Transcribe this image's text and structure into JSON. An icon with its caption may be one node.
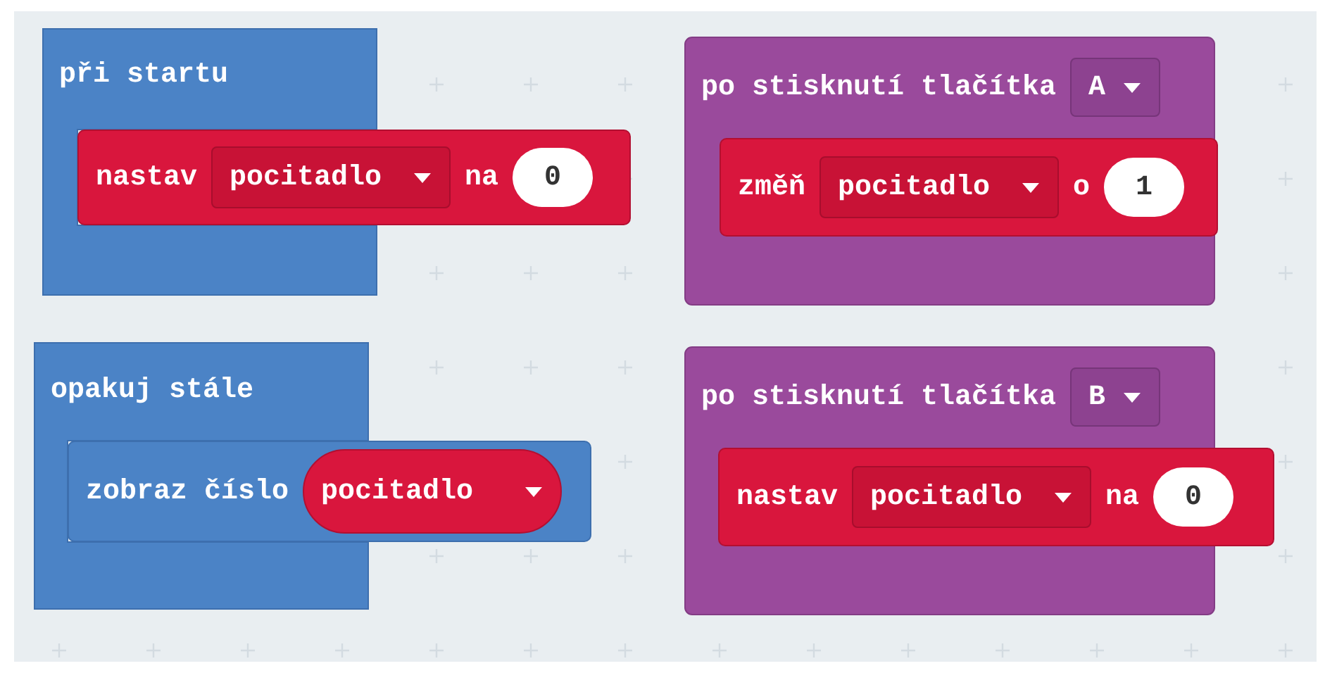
{
  "diagram": {
    "nodes": [
      {
        "text": [
          "při startu"
        ]
      },
      {
        "text": [
          "nastav",
          "na"
        ]
      },
      {
        "text": [
          "pocitadlo"
        ],
        "in": 1
      },
      {
        "text": [
          "0"
        ],
        "in": 1
      },
      {
        "text": [
          "po stisknutí tlačítka"
        ]
      },
      {
        "text": [
          "A"
        ],
        "in": 4
      },
      {
        "text": [
          "změň",
          "o"
        ],
        "in": 4
      },
      {
        "text": [
          "pocitadlo"
        ],
        "in": 6
      },
      {
        "text": [
          "1"
        ],
        "in": 6
      },
      {
        "text": [
          "opakuj stále"
        ]
      },
      {
        "text": [
          "zobraz číslo"
        ]
      },
      {
        "text": [
          "pocitadlo"
        ],
        "in": 10
      },
      {
        "text": [
          "po stisknutí tlačítka"
        ]
      },
      {
        "text": [
          "B"
        ],
        "in": 12
      },
      {
        "text": [
          "nastav",
          "na"
        ],
        "in": 12
      },
      {
        "text": [
          "pocitadlo"
        ],
        "in": 14
      },
      {
        "text": [
          "0"
        ],
        "in": 14
      }
    ]
  }
}
